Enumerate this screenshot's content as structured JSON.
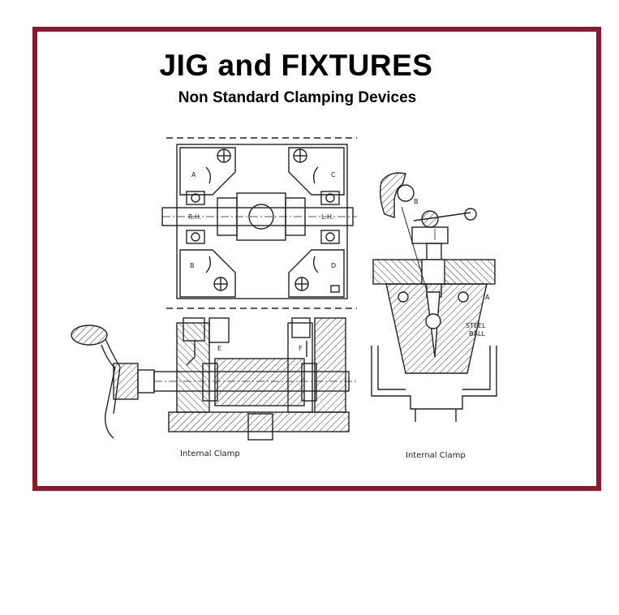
{
  "title": "JIG and FIXTURES",
  "subtitle": "Non Standard Clamping Devices",
  "colors": {
    "frame": "#8b1a2b",
    "ink": "#222222"
  },
  "left_figure": {
    "caption": "Internal Clamp",
    "labels": {
      "a": "A",
      "b": "B",
      "c": "C",
      "d": "D",
      "rh": "R.H.",
      "lh": "L.H.",
      "e": "E",
      "f": "F"
    }
  },
  "right_figure": {
    "caption": "Internal Clamp",
    "labels": {
      "a": "A",
      "b": "B",
      "steel": "STEEL",
      "ball": "BALL"
    }
  }
}
